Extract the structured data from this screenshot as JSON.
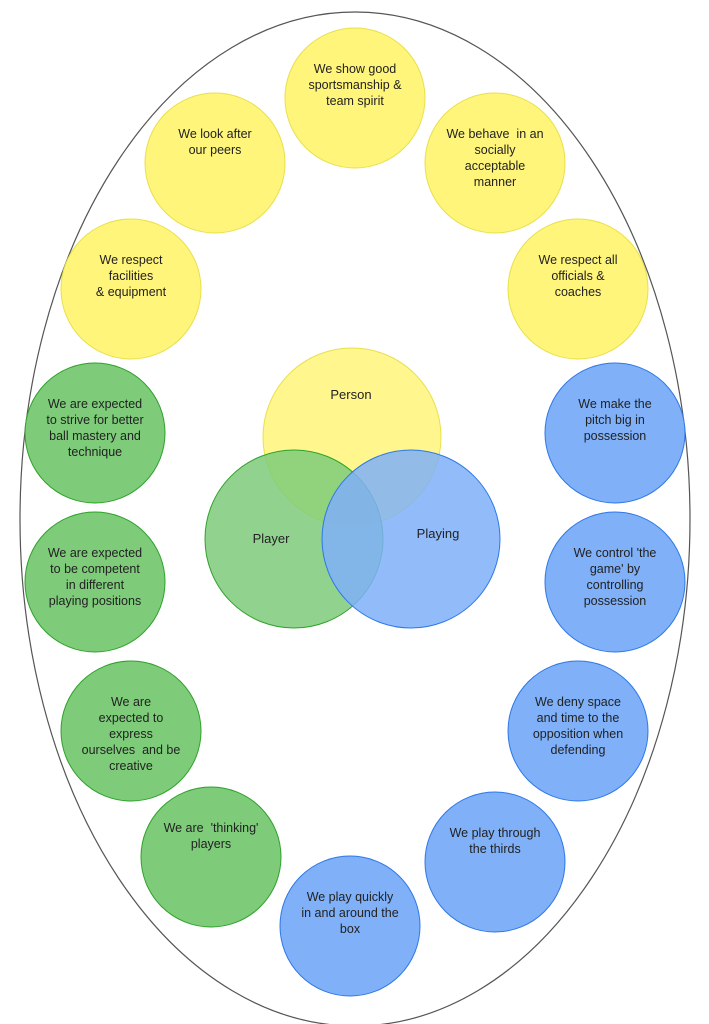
{
  "colors": {
    "person": {
      "fill": "#fff57a",
      "stroke": "#e8e04a"
    },
    "player": {
      "fill": "#7ecb7a",
      "stroke": "#2ea22a"
    },
    "playing": {
      "fill": "#7fb0f8",
      "stroke": "#2e78e8"
    },
    "outline": "#555555"
  },
  "venn": {
    "person": "Person",
    "player": "Player",
    "playing": "Playing"
  },
  "values": [
    {
      "category": "person",
      "lines": [
        "We show good",
        "sportsmanship &",
        "team spirit"
      ]
    },
    {
      "category": "person",
      "lines": [
        "We look after",
        "our peers"
      ]
    },
    {
      "category": "person",
      "lines": [
        "We behave  in an",
        "socially",
        "acceptable",
        "manner"
      ]
    },
    {
      "category": "person",
      "lines": [
        "We respect",
        "facilities",
        "& equipment"
      ]
    },
    {
      "category": "person",
      "lines": [
        "We respect all",
        "officials &",
        "coaches"
      ]
    },
    {
      "category": "player",
      "lines": [
        "We are expected",
        "to strive for better",
        "ball mastery and",
        "technique"
      ]
    },
    {
      "category": "player",
      "lines": [
        "We are expected",
        "to be competent",
        "in different",
        "playing positions"
      ]
    },
    {
      "category": "player",
      "lines": [
        "We are",
        "expected to",
        "express",
        "ourselves  and be",
        "creative"
      ]
    },
    {
      "category": "player",
      "lines": [
        "We are  'thinking'",
        "players"
      ]
    },
    {
      "category": "playing",
      "lines": [
        "We play quickly",
        "in and around the",
        "box"
      ]
    },
    {
      "category": "playing",
      "lines": [
        "We play through",
        "the thirds"
      ]
    },
    {
      "category": "playing",
      "lines": [
        "We deny space",
        "and time to the",
        "opposition when",
        "defending"
      ]
    },
    {
      "category": "playing",
      "lines": [
        "We control 'the",
        "game' by",
        "controlling",
        "possession"
      ]
    },
    {
      "category": "playing",
      "lines": [
        "We make the",
        "pitch big in",
        "possession"
      ]
    }
  ]
}
